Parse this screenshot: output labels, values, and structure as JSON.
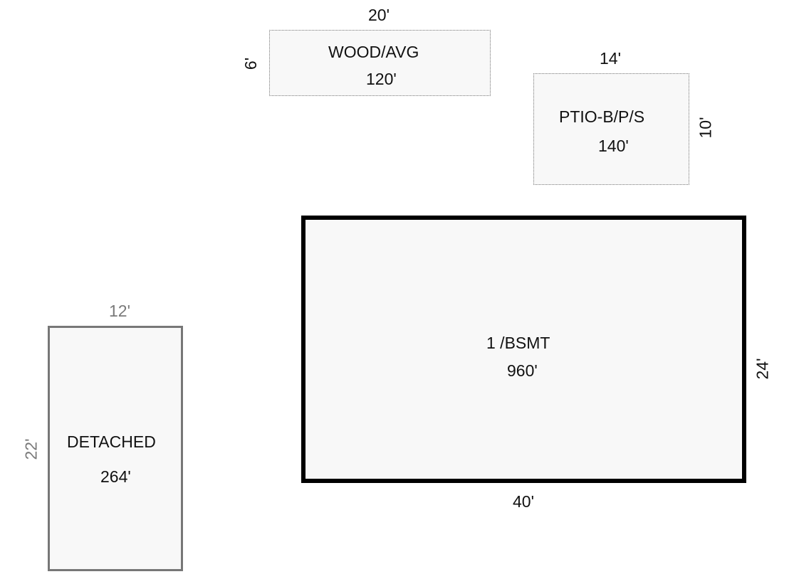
{
  "wood_deck": {
    "name": "WOOD/AVG",
    "area": "120'",
    "width": "20'",
    "height": "6'"
  },
  "patio": {
    "name": "PTIO-B/P/S",
    "area": "140'",
    "width": "14'",
    "height": "10'"
  },
  "house": {
    "name": "1 /BSMT",
    "area": "960'",
    "width": "40'",
    "height": "24'"
  },
  "garage": {
    "name": "DETACHED",
    "area": "264'",
    "width": "12'",
    "height": "22'"
  },
  "colors": {
    "outline_main": "#000000",
    "outline_garage": "#777777",
    "fill": "#f8f8f8",
    "garage_dim_text": "#7a7a7a"
  }
}
